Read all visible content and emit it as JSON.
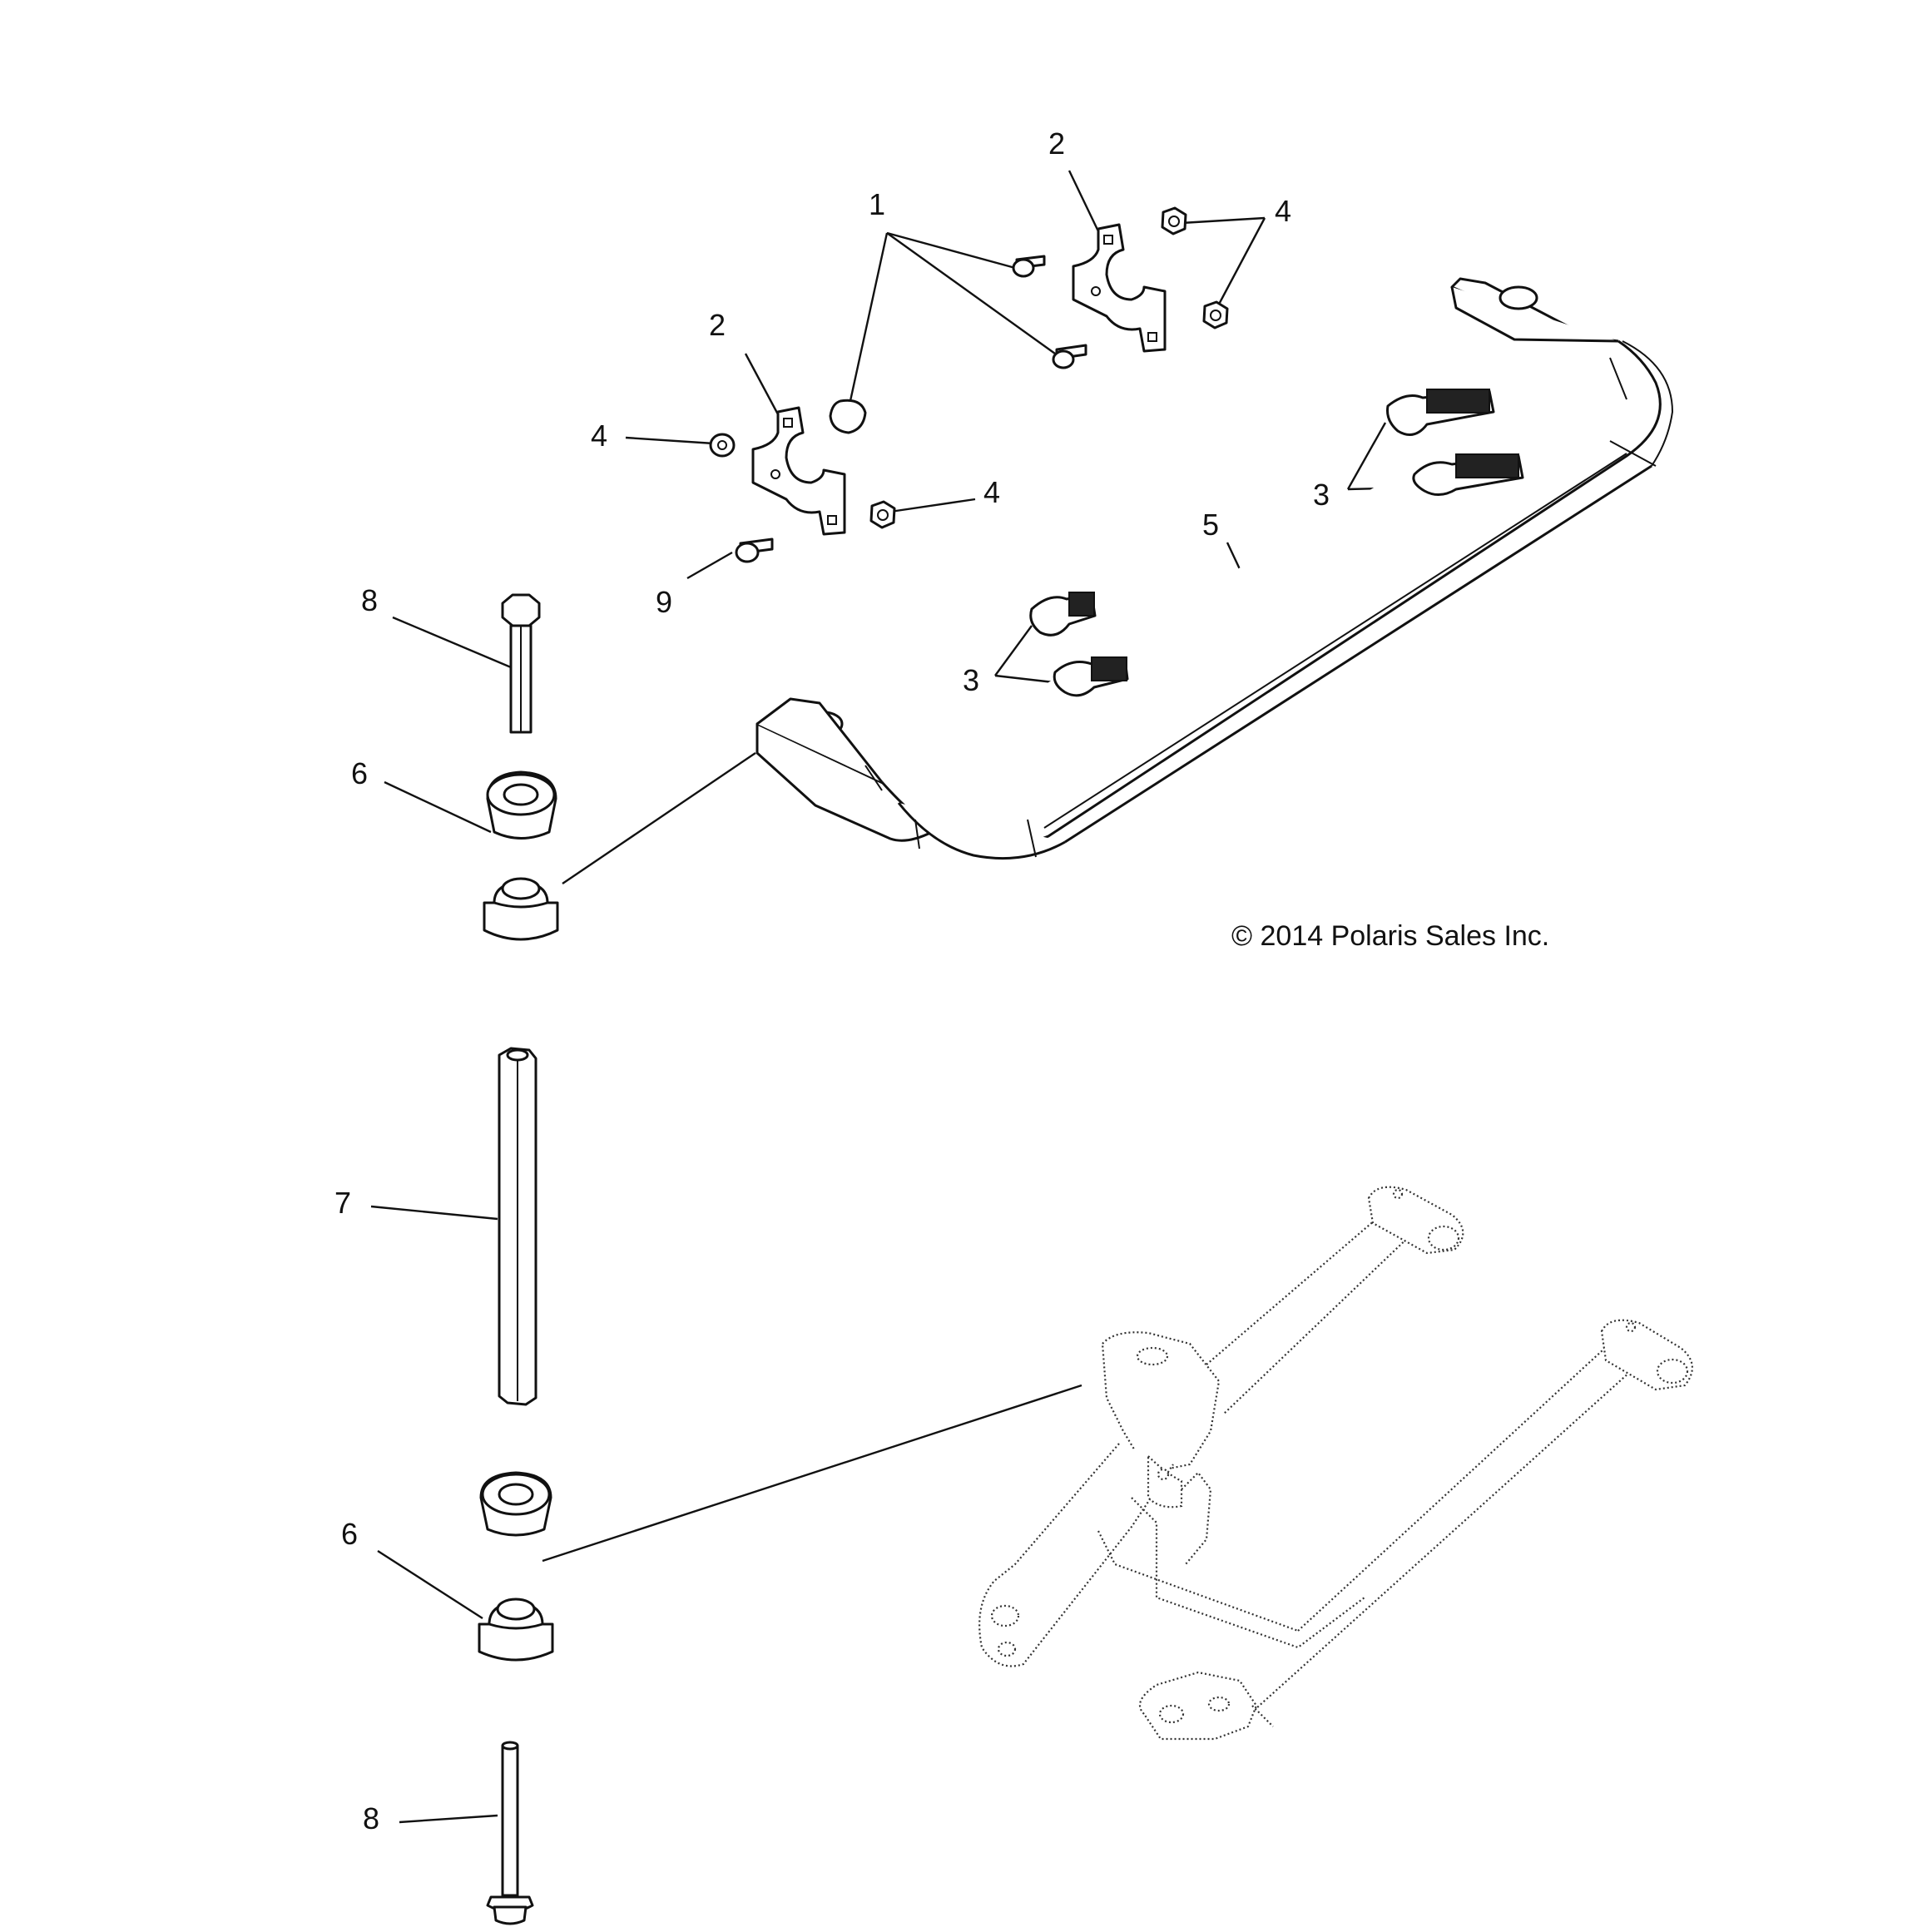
{
  "callouts": {
    "c1": "1",
    "c2a": "2",
    "c2b": "2",
    "c3a": "3",
    "c3b": "3",
    "c4a": "4",
    "c4b": "4",
    "c4c": "4",
    "c5": "5",
    "c6a": "6",
    "c6b": "6",
    "c7": "7",
    "c8a": "8",
    "c8b": "8",
    "c9": "9"
  },
  "copyright": "© 2014 Polaris Sales Inc.",
  "colors": {
    "ink": "#111111",
    "background": "#ffffff"
  }
}
